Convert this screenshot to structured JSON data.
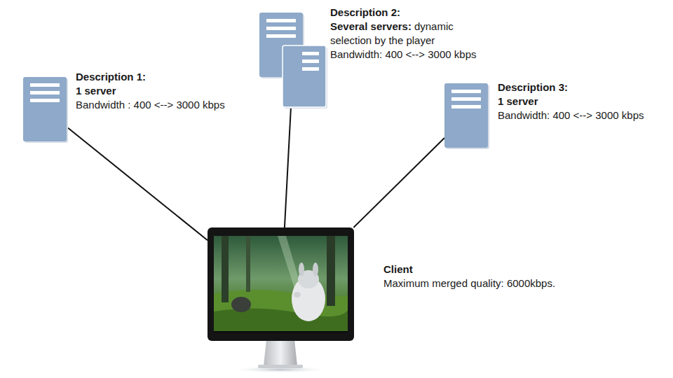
{
  "diagram": {
    "nodes": [
      {
        "text": [
          "Description 1:",
          "1 server",
          "Bandwidth : 400 <--> 3000 kbps"
        ]
      },
      {
        "text": [
          "Description 2:",
          "Several servers:",
          "dynamic selection by the player",
          "Bandwidth: 400 <--> 3000 kbps"
        ]
      },
      {
        "text": [
          "Description 3:",
          "1 server",
          "Bandwidth: 400 <--> 3000 kbps"
        ]
      },
      {
        "text": [
          "Client",
          "Maximum merged quality: 6000kbps."
        ]
      }
    ],
    "edges": [
      {
        "from": 0,
        "to": 3,
        "arrow": "none"
      },
      {
        "from": 1,
        "to": 3,
        "arrow": "none"
      },
      {
        "from": 2,
        "to": 3,
        "arrow": "none"
      }
    ]
  }
}
